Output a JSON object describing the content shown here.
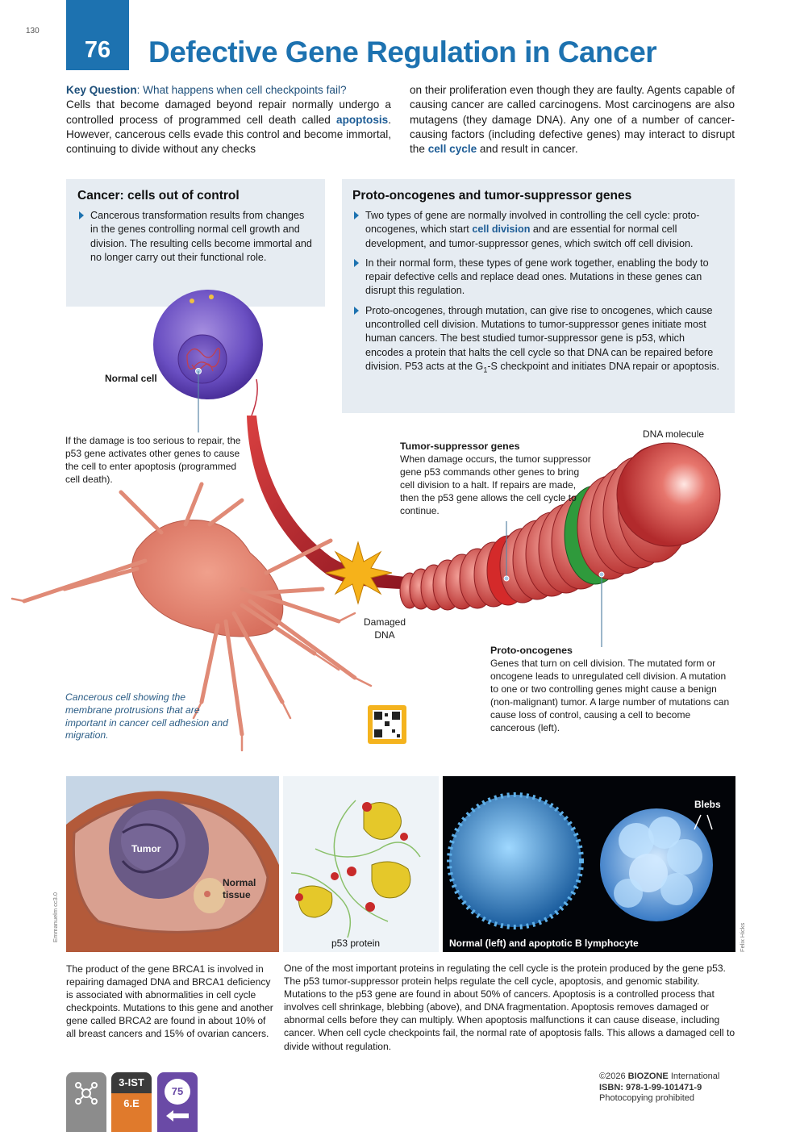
{
  "page": {
    "number": "130"
  },
  "header": {
    "activity_number": "76",
    "title": "Defective Gene Regulation in Cancer"
  },
  "intro": {
    "key_question_label": "Key Question",
    "key_question_text": ": What happens when cell checkpoints fail?",
    "col1_a": "Cells that become damaged beyond repair normally undergo a controlled process of programmed cell death called ",
    "col1_kw": "apoptosis",
    "col1_b": ". However, cancerous cells evade this control and become immortal, continuing to divide without any checks",
    "col2_a": "on their proliferation even though they are faulty. Agents capable of causing cancer are called carcinogens. Most carcinogens are also mutagens (they damage DNA). Any one of a number of cancer-causing factors (including defective genes) may interact to disrupt the ",
    "col2_kw": "cell cycle",
    "col2_b": " and result in cancer."
  },
  "panel_left": {
    "heading": "Cancer: cells out of control",
    "bullet": "Cancerous transformation results from changes in the genes controlling normal cell growth and division. The resulting cells become immortal and no longer carry out their functional role."
  },
  "panel_right": {
    "heading": "Proto-oncogenes and tumor-suppressor genes",
    "b1_a": "Two types of gene are normally involved in controlling the cell cycle: proto-oncogenes, which start ",
    "b1_kw": "cell division",
    "b1_b": " and are essential for normal cell development, and tumor-suppressor genes, which switch off cell division.",
    "b2": "In their normal form, these types of gene work together, enabling the body to repair defective cells and replace dead ones. Mutations in these genes can disrupt this regulation.",
    "b3_a": "Proto-oncogenes, through mutation, can give rise to oncogenes, which cause uncontrolled cell division. Mutations to tumor-suppressor genes initiate most human cancers. The best studied tumor-suppressor gene is p53, which encodes a protein that halts the cell cycle so that DNA can be repaired before division. P53 acts at the G",
    "b3_sub": "1",
    "b3_b": "-S checkpoint and initiates DNA repair or apoptosis."
  },
  "diagram": {
    "normal_cell_label": "Normal cell",
    "apoptosis_note": "If the damage is too serious to repair, the p53 gene activates other genes to cause the cell to enter apoptosis (programmed cell death).",
    "tsg_title": "Tumor-suppressor genes",
    "tsg_text": "When damage occurs, the tumor suppressor gene p53 commands other genes to bring cell division to a halt. If repairs are made, then the p53 gene allows the cell cycle to continue.",
    "dna_molecule_label": "DNA molecule",
    "damaged_dna_label": "Damaged DNA",
    "proto_title": "Proto-oncogenes",
    "proto_text": "Genes that turn on cell division. The mutated form or oncogene leads to unregulated cell division. A mutation to one or two controlling genes might cause a benign (non-malignant) tumor. A large number of mutations can cause loss of control, causing a cell to become cancerous (left).",
    "cancer_cell_caption": "Cancerous cell showing the membrane protrusions that are important in cancer cell adhesion and migration."
  },
  "photos": {
    "tumor_label": "Tumor",
    "normal_tissue_label": "Normal tissue",
    "credit_left": "Emmanuelm cc3.0",
    "p53_label": "p53 protein",
    "blebs_label": "Blebs",
    "lymph_label": "Normal (left) and apoptotic B lymphocyte",
    "credit_right": "Felix Hicks"
  },
  "captions": {
    "brca": "The product of the gene BRCA1 is involved in repairing damaged DNA and BRCA1 deficiency is associated with abnormalities in cell cycle checkpoints. Mutations to this gene and another gene called BRCA2 are found in about 10% of all breast cancers and 15% of ovarian cancers.",
    "p53": "One of the most important proteins in regulating the cell cycle is the protein produced by the gene p53. The p53 tumor-suppressor protein helps regulate the cell cycle, apoptosis, and genomic stability. Mutations to the p53 gene are found in about 50% of cancers. Apoptosis is a controlled process that involves cell shrinkage, blebbing (above), and DNA fragmentation. Apoptosis removes damaged or abnormal cells before they can multiply. When apoptosis malfunctions it can cause disease, including cancer. When cell cycle checkpoints fail, the normal rate of apoptosis falls. This allows a damaged cell to divide without regulation."
  },
  "footer": {
    "code_top": "3-IST",
    "code_bottom": "6.E",
    "link_number": "75",
    "copyright": "©2026 ",
    "brand": "BIOZONE",
    "intl": " International",
    "isbn": "ISBN: 978-1-99-101471-9",
    "photocopy": "Photocopying prohibited"
  },
  "colors": {
    "accent_blue": "#1d72b0",
    "panel_bg": "#e6ecf2",
    "dna_red": "#c8373a",
    "orange": "#e07a2c",
    "purple": "#6a4aa6"
  }
}
